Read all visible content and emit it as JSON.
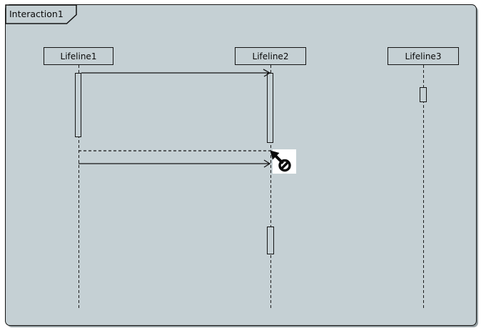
{
  "diagram": {
    "type": "uml-sequence-diagram",
    "frame_label": "Interaction1",
    "lifelines": [
      {
        "name": "Lifeline1"
      },
      {
        "name": "Lifeline2"
      },
      {
        "name": "Lifeline3"
      }
    ],
    "messages": [
      {
        "from": "Lifeline1",
        "to": "Lifeline2",
        "style": "solid",
        "arrowhead": "open",
        "label": ""
      },
      {
        "from": "Lifeline1",
        "to": "Lifeline2",
        "style": "dashed",
        "arrowhead": "none",
        "label": ""
      },
      {
        "from": "Lifeline1",
        "to": "Lifeline2",
        "style": "solid",
        "arrowhead": "open",
        "label": ""
      }
    ],
    "cursor": {
      "icon": "drag-not-allowed-cursor",
      "symbol": "arrow-with-circle-slash"
    },
    "colors": {
      "frame_background": "#c5d0d4",
      "line": "#141414",
      "page_background": "#ffffff",
      "cursor_background": "#ffffff"
    }
  }
}
